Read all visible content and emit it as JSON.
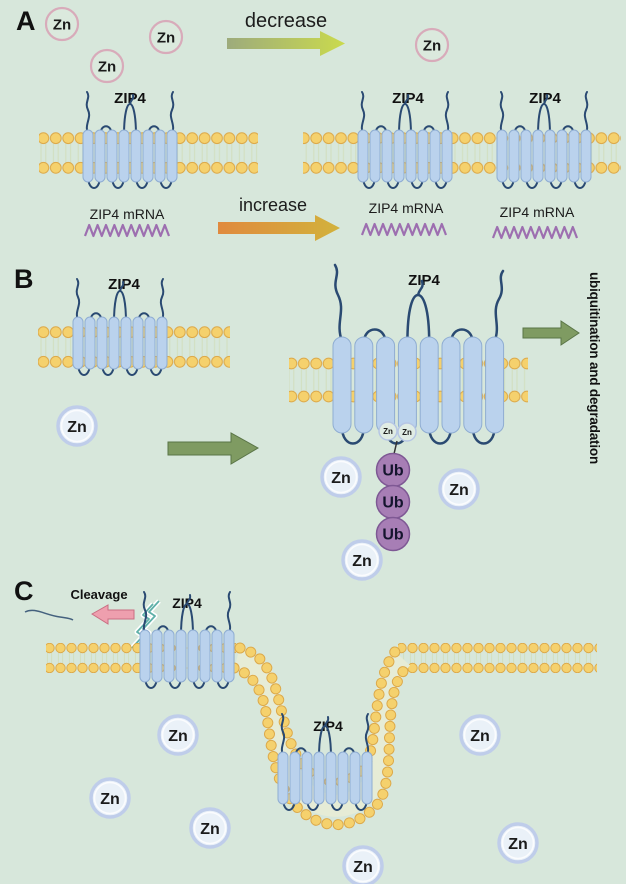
{
  "panels": {
    "a": {
      "label": "A",
      "decrease_arrow": "decrease",
      "increase_arrow": "increase",
      "protein": "ZIP4",
      "mrna": "ZIP4 mRNA",
      "ion": "Zn"
    },
    "b": {
      "label": "B",
      "protein": "ZIP4",
      "ion": "Zn",
      "ubiquitin": "Ub",
      "outcome": "ubiquitination and degradation"
    },
    "c": {
      "label": "C",
      "cleavage": "Cleavage",
      "protein": "ZIP4",
      "ion": "Zn"
    }
  },
  "colors": {
    "background": "#d7e7db",
    "membrane_head": "#f5d16d",
    "membrane_head_stroke": "#dca94a",
    "protein_helix": "#bad2ed",
    "protein_loop": "#2a4a72",
    "mrna_purple": "#9d6fb0",
    "ubiquitin_purple": "#a77eb5",
    "zn_ring_pink": "#d8abba",
    "zn_ring_blue": "#bfcdea",
    "arrow_olive_green": "#7f9b62",
    "arrow_yellow_green": "#cada4d",
    "arrow_orange": "#e08a3e",
    "cleavage_pink": "#ee9fae",
    "cleavage_mark_teal": "#5fb0a8"
  }
}
